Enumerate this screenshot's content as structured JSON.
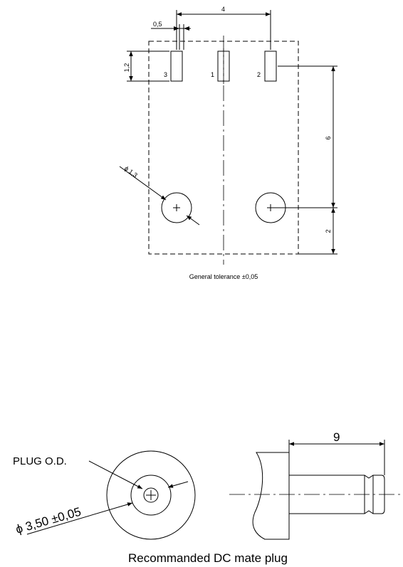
{
  "footprint": {
    "dim_pitch": "4",
    "dim_pin_width": "0,5",
    "dim_pin_height": "1,2",
    "dim_pin_to_hole": "6",
    "dim_hole_to_edge": "2",
    "dim_hole_diameter": "ϕ 1,3",
    "pin_labels": [
      "3",
      "1",
      "2"
    ],
    "tolerance_note": "General tolerance ±0,05"
  },
  "plug": {
    "od_label": "PLUG O.D.",
    "diameter_label": "ϕ 3,50 ±0,05",
    "length_dim": "9",
    "caption": "Recommanded DC mate plug"
  }
}
